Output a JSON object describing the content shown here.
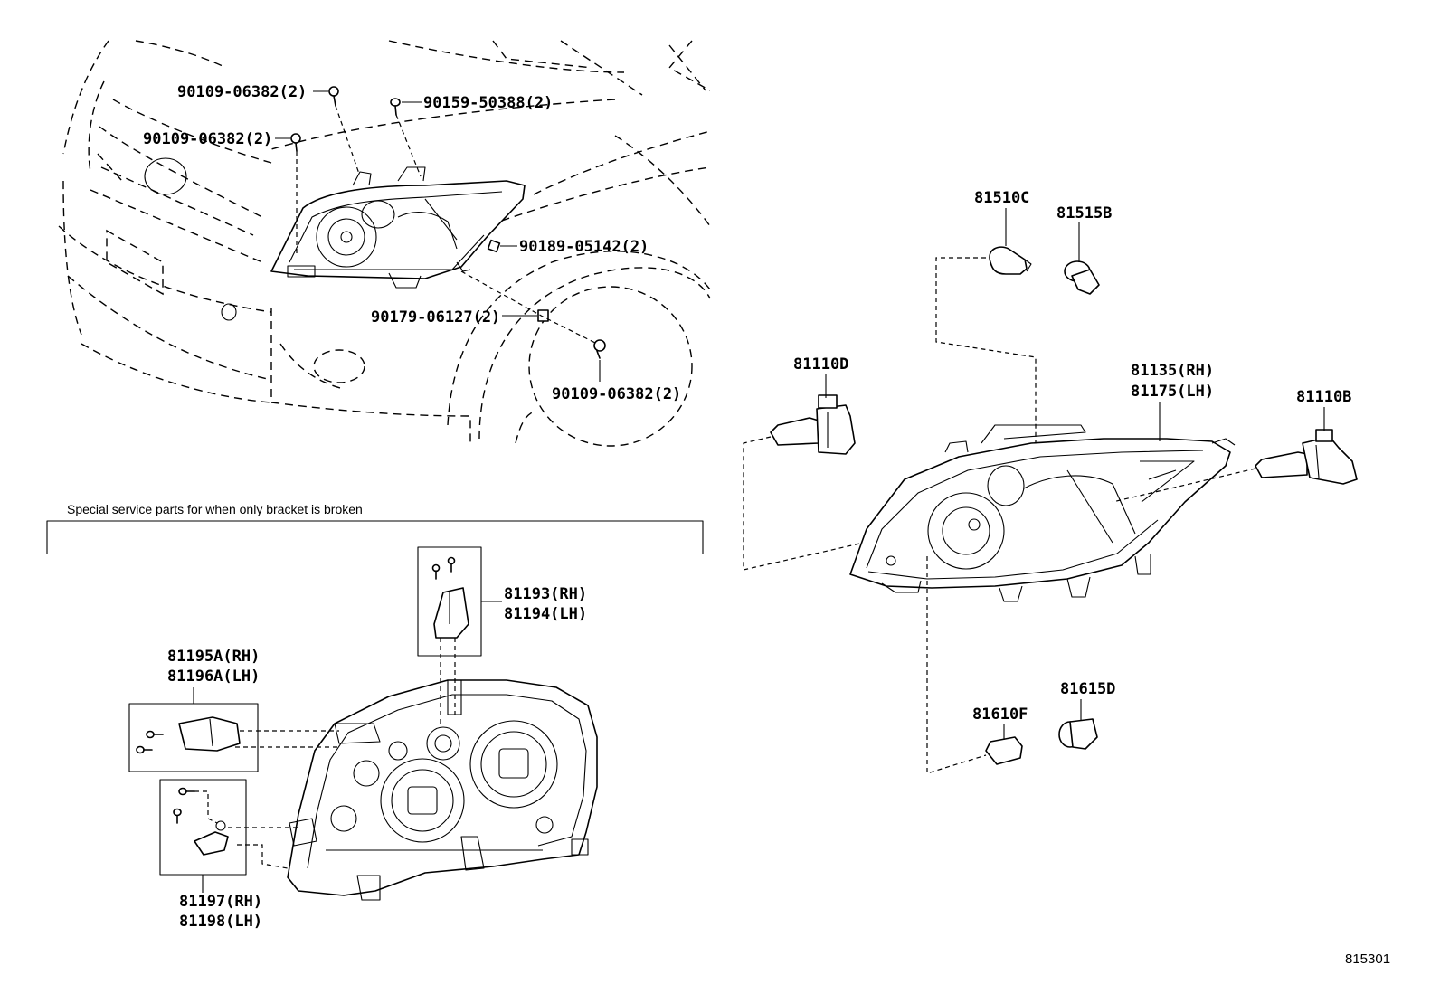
{
  "callouts": {
    "bolt_top_left": "90109-06382(2)",
    "screw_top": "90159-50388(2)",
    "bolt_left": "90109-06382(2)",
    "nut_right": "90189-05142(2)",
    "clip": "90179-06127(2)",
    "bolt_bottom": "90109-06382(2)"
  },
  "service_note": "Special service parts for when only bracket is broken",
  "bracket_parts": {
    "upper_rh": "81193(RH)",
    "upper_lh": "81194(LH)",
    "side_rh": "81195A(RH)",
    "side_lh": "81196A(LH)",
    "lower_rh": "81197(RH)",
    "lower_lh": "81198(LH)"
  },
  "headlamp_parts": {
    "bulb_wedge": "81510C",
    "socket_upper": "81515B",
    "bulb_hb_left": "81110D",
    "assembly_rh": "81135(RH)",
    "assembly_lh": "81175(LH)",
    "bulb_hb_right": "81110B",
    "bulb_side": "81610F",
    "socket_lower": "81615D"
  },
  "figure_ref": "815301"
}
